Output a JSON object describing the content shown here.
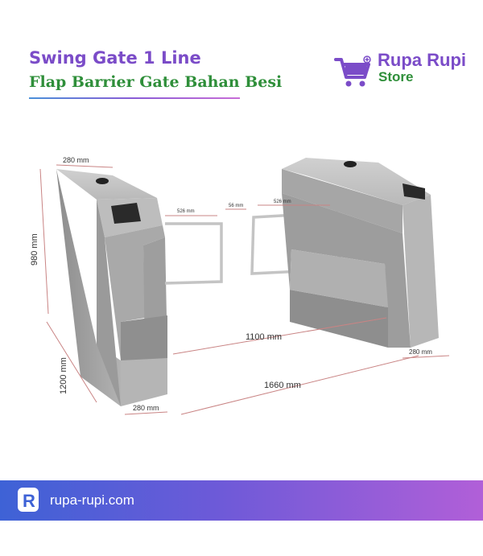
{
  "header": {
    "title": "Swing Gate 1 Line",
    "subtitle": "Flap Barrier Gate Bahan Besi"
  },
  "brand": {
    "name": "Rupa Rupi",
    "tagline": "Store",
    "icon": "shopping-cart-icon"
  },
  "figure": {
    "dimensions": {
      "top_width": "280 mm",
      "height": "980 mm",
      "depth": "1200 mm",
      "flap_left": "526 mm",
      "flap_gap": "56 mm",
      "flap_right": "526 mm",
      "passage": "1100 mm",
      "base_left": "280 mm",
      "base_right": "280 mm",
      "overall": "1660 mm"
    }
  },
  "footer": {
    "url": "rupa-rupi.com",
    "logo_letter": "R",
    "logo_icon": "rupa-rupi-logo-icon"
  },
  "colors": {
    "title": "#7b4cc8",
    "subtitle": "#2f8f3a",
    "footer_start": "#3e62d6",
    "footer_end": "#b15fd8"
  }
}
